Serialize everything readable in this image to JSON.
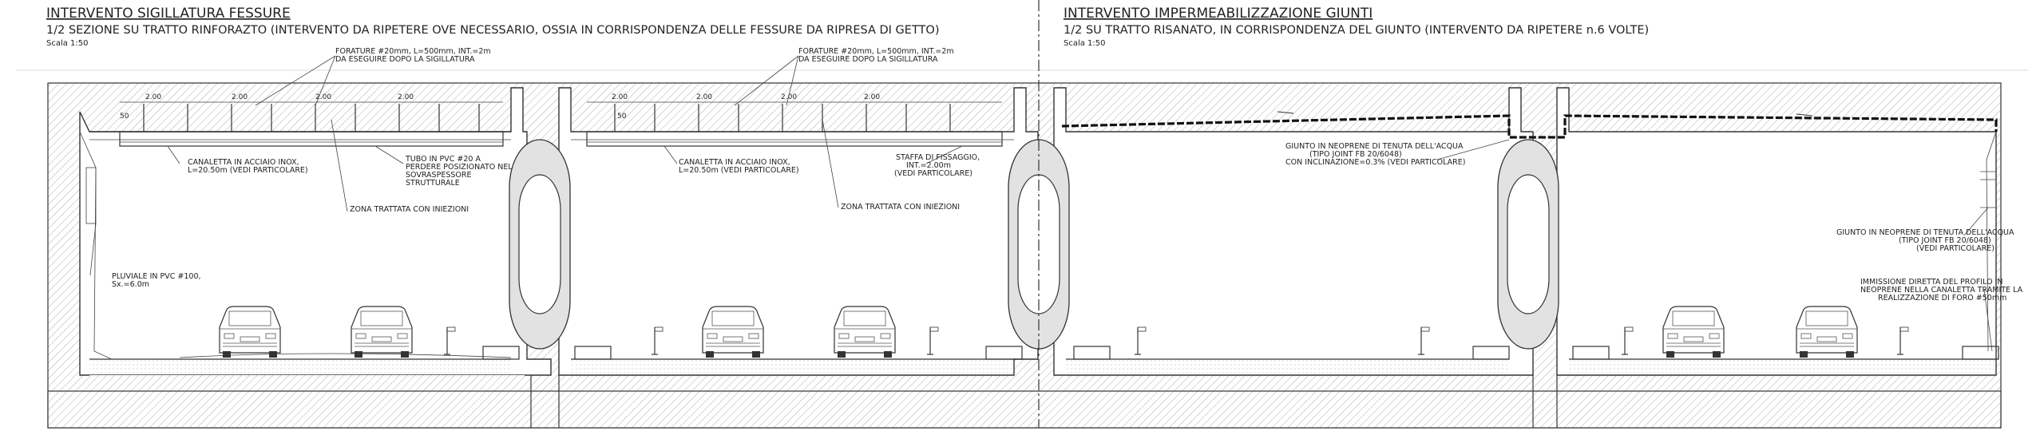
{
  "left": {
    "title": "INTERVENTO SIGILLATURA FESSURE",
    "subtitle": "1/2 SEZIONE SU TRATTO RINFORAZTO (INTERVENTO DA RIPETERE OVE NECESSARIO, OSSIA IN CORRISPONDENZA DELLE FESSURE DA RIPRESA DI GETTO)",
    "scale": "Scala 1:50",
    "forature_1": "FORATURE #20mm, L=500mm, INT.=2m",
    "forature_2": "DA ESEGUIRE DOPO LA SIGILLATURA",
    "canaletta_1": "CANALETTA IN ACCIAIO INOX,",
    "canaletta_2": "L=20.50m (VEDI PARTICOLARE)",
    "tubo_1": "TUBO IN PVC #20 A",
    "tubo_2": "PERDERE POSIZIONATO NEL",
    "tubo_3": "SOVRASPESSORE",
    "tubo_4": "STRUTTURALE",
    "zona": "ZONA TRATTATA CON INIEZIONI",
    "pluviale_1": "PLUVIALE IN PVC #100,",
    "pluviale_2": "Sx.=6.0m",
    "staffa_1": "STAFFA DI FISSAGGIO,",
    "staffa_2": "INT.=2.00m",
    "staffa_3": "(VEDI PARTICOLARE)",
    "dim_200": "2.00",
    "dim_50": "50"
  },
  "right": {
    "title": "INTERVENTO IMPERMEABILIZZAZIONE GIUNTI",
    "subtitle": "1/2 SU TRATTO RISANATO, IN CORRISPONDENZA DEL GIUNTO (INTERVENTO DA RIPETERE n.6 VOLTE)",
    "scale": "Scala 1:50",
    "giunto_a_1": "GIUNTO IN NEOPRENE DI TENUTA DELL'ACQUA",
    "giunto_a_2": "(TIPO JOINT FB 20/6048)",
    "giunto_a_3": "CON INCLINAZIONE=0.3% (VEDI PARTICOLARE)",
    "giunto_b_1": "GIUNTO IN NEOPRENE DI TENUTA DELL'ACQUA",
    "giunto_b_2": "(TIPO JOINT FB 20/6048)",
    "giunto_b_3": "(VEDI PARTICOLARE)",
    "immissione_1": "IMMISSIONE DIRETTA DEL PROFILO IN",
    "immissione_2": "NEOPRENE NELLA CANALETTA TRAMITE LA",
    "immissione_3": "REALIZZAZIONE DI FORO #50mm"
  }
}
